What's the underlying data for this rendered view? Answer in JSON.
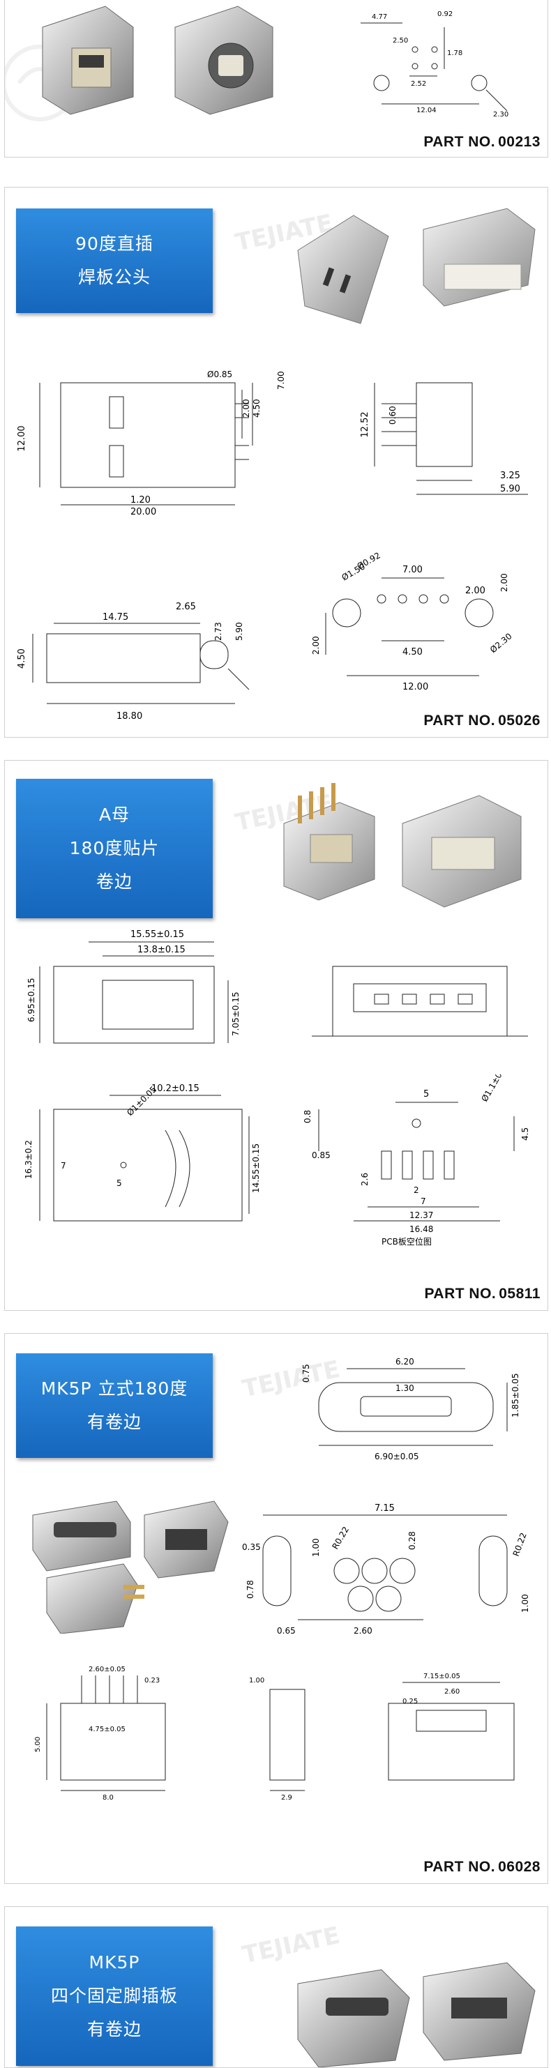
{
  "brand_watermark": "TEJIATE",
  "sections": [
    {
      "part_label": "PART NO.",
      "part_number": "00213",
      "dims": {
        "a": "4.77",
        "b": "2.50",
        "c": "12.04",
        "d": "2.30",
        "e": "1.78",
        "f": "2.52",
        "g": "0.92"
      }
    },
    {
      "title_lines": [
        "90度直插",
        "焊板公头"
      ],
      "part_label": "PART NO.",
      "part_number": "05026",
      "dims": {
        "d1": "Ø0.85",
        "d2": "2.00",
        "d3": "4.50",
        "d4": "7.00",
        "d5": "12.00",
        "d6": "1.20",
        "d7": "20.00",
        "d8": "12.52",
        "d9": "0.60",
        "d10": "3.25",
        "d11": "5.90",
        "d12": "2.65",
        "d13": "14.75",
        "d14": "2.73",
        "d15": "5.90",
        "d16": "4.50",
        "d17": "18.80",
        "d18": "Ø0.92",
        "d19": "Ø1.50",
        "d20": "7.00",
        "d21": "2.00",
        "d22": "2.00",
        "d23": "2.00",
        "d24": "4.50",
        "d25": "Ø2.30",
        "d26": "12.00"
      }
    },
    {
      "title_lines": [
        "A母",
        "180度贴片",
        "卷边"
      ],
      "part_label": "PART NO.",
      "part_number": "05811",
      "dims": {
        "d1": "15.55±0.15",
        "d2": "13.8±0.15",
        "d3": "6.95±0.15",
        "d4": "7.05±0.15",
        "d5": "10.2±0.15",
        "d6": "Ø1±0.05",
        "d7": "16.3±0.2",
        "d8": "7",
        "d9": "5",
        "d10": "14.55±0.15",
        "d11": "0.8",
        "d12": "5",
        "d13": "Ø1.1±0.1",
        "d14": "4.5",
        "d15": "0.85",
        "d16": "2.6",
        "d17": "2",
        "d18": "7",
        "d19": "12.37",
        "d20": "16.48",
        "pcb_caption": "PCB板空位图"
      }
    },
    {
      "title_lines": [
        "MK5P  立式180度",
        "有卷边"
      ],
      "part_label": "PART NO.",
      "part_number": "06028",
      "dims": {
        "d1": "6.20",
        "d2": "1.30",
        "d3": "0.75",
        "d4": "1.85±0.05",
        "d5": "6.90±0.05",
        "d6": "7.15",
        "d7": "0.35",
        "d8": "1.00",
        "d9": "R0.22",
        "d10": "0.28",
        "d11": "R0.22",
        "d12": "0.78",
        "d13": "1.00",
        "d14": "0.65",
        "d15": "2.60",
        "d16": "2.60±0.05",
        "d17": "0.23",
        "d18": "8.0",
        "d19": "4.75±0.05",
        "d20": "5.00",
        "d21": "1.00",
        "d22": "2.9",
        "d23": "7.15±0.05",
        "d24": "2.60",
        "d25": "0.25"
      }
    },
    {
      "title_lines": [
        "MK5P",
        "四个固定脚插板",
        "有卷边"
      ]
    }
  ]
}
